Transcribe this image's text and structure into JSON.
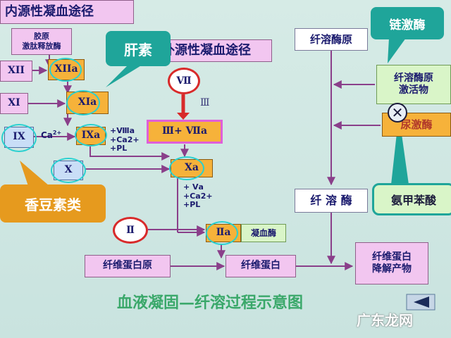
{
  "title_left": "内源性凝血途径",
  "title_mid": "外源性凝血途径",
  "collagen": "胶原\n激肽释放酶",
  "f12": "XII",
  "f12a": "XIIa",
  "f11": "XI",
  "f11a": "XIa",
  "ca": "Ca",
  "ca_sup": "2+",
  "f9": "IX",
  "f9a": "IXa",
  "cof1": "+Ⅷa\n+Ca2+\n+PL",
  "f10": "X",
  "f10a": "Xa",
  "cof2": "+ Ⅴa\n+Ca2+\n+PL",
  "f7": "Ⅶ",
  "f3": "Ⅲ",
  "complex": "Ⅲ+ Ⅶa",
  "f2": "Ⅱ",
  "f2a": "Ⅱa",
  "thrombin": "凝血酶",
  "fibrinogen": "纤维蛋白原",
  "fibrin": "纤维蛋白",
  "plasminogen": "纤溶酶原",
  "activator": "纤溶酶原\n激活物",
  "urokinase": "尿激酶",
  "plasmin": "纤 溶 酶",
  "degradation": "纤维蛋白\n降解产物",
  "callout_liver": "肝素",
  "callout_coumarin": "香豆素类",
  "callout_strepto": "链激酶",
  "callout_amca": "氨甲苯酸",
  "caption": "血液凝固—纤溶过程示意图",
  "watermark": "广东龙网",
  "colors": {
    "arrow": "#8a3f8a",
    "red": "#d82a2a",
    "teal": "#1fa59a",
    "callout_orange": "#e69a1e",
    "caption": "#3aa86a"
  }
}
